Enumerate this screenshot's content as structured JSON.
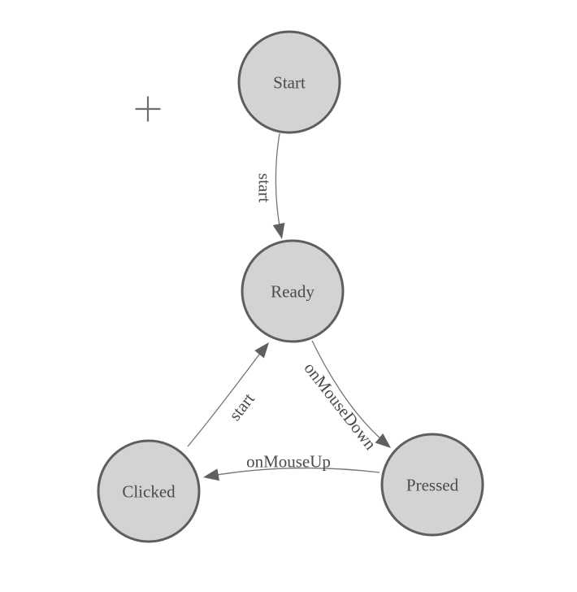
{
  "canvas": {
    "background": "#ffffff"
  },
  "palette": {
    "node_fill": "#d3d3d3",
    "node_stroke": "#5e5e5e",
    "label_color": "#4b4b4b",
    "edge_color": "#757575",
    "arrow_color": "#5f5f5f",
    "plus_color": "#6e6e6e"
  },
  "diagram": {
    "nodes": [
      {
        "id": "start",
        "label": "Start"
      },
      {
        "id": "ready",
        "label": "Ready"
      },
      {
        "id": "clicked",
        "label": "Clicked"
      },
      {
        "id": "pressed",
        "label": "Pressed"
      }
    ],
    "edges": [
      {
        "from": "start",
        "to": "ready",
        "label": "start"
      },
      {
        "from": "ready",
        "to": "pressed",
        "label": "onMouseDown"
      },
      {
        "from": "clicked",
        "to": "ready",
        "label": "start"
      },
      {
        "from": "pressed",
        "to": "clicked",
        "label": "onMouseUp"
      }
    ]
  }
}
